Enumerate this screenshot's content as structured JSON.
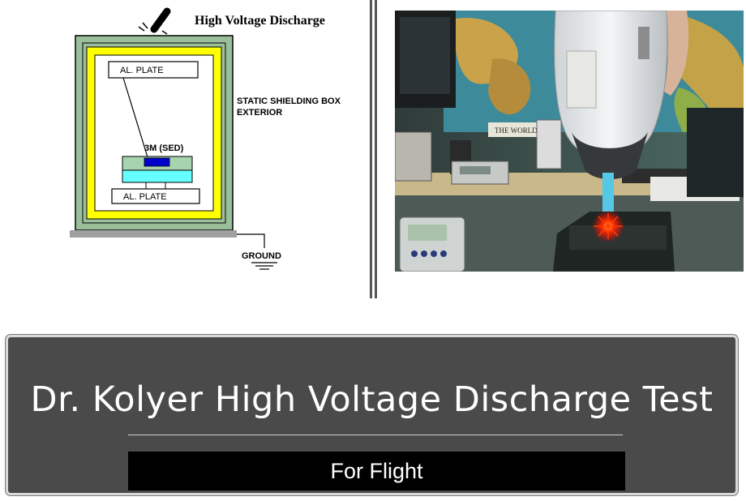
{
  "diagram": {
    "heading": "High Voltage Discharge",
    "top_plate_label": "AL. PLATE",
    "bottom_plate_label": "AL. PLATE",
    "sample_label": "3M (SED)",
    "box_label_line1": "STATIC SHIELDING BOX",
    "box_label_line2": "EXTERIOR",
    "ground_label": "GROUND"
  },
  "photo": {
    "poster_text": "THE WORLD"
  },
  "banner": {
    "title": "Dr. Kolyer High Voltage Discharge Test",
    "subtitle": "For Flight"
  },
  "colors": {
    "box_frame": "#9bbf9b",
    "shield_yellow": "#ffff00",
    "sample_green": "#a6d3b0",
    "sample_cyan": "#66ffff",
    "sample_blue": "#0000cc",
    "banner_bg": "#4a4a4a"
  }
}
